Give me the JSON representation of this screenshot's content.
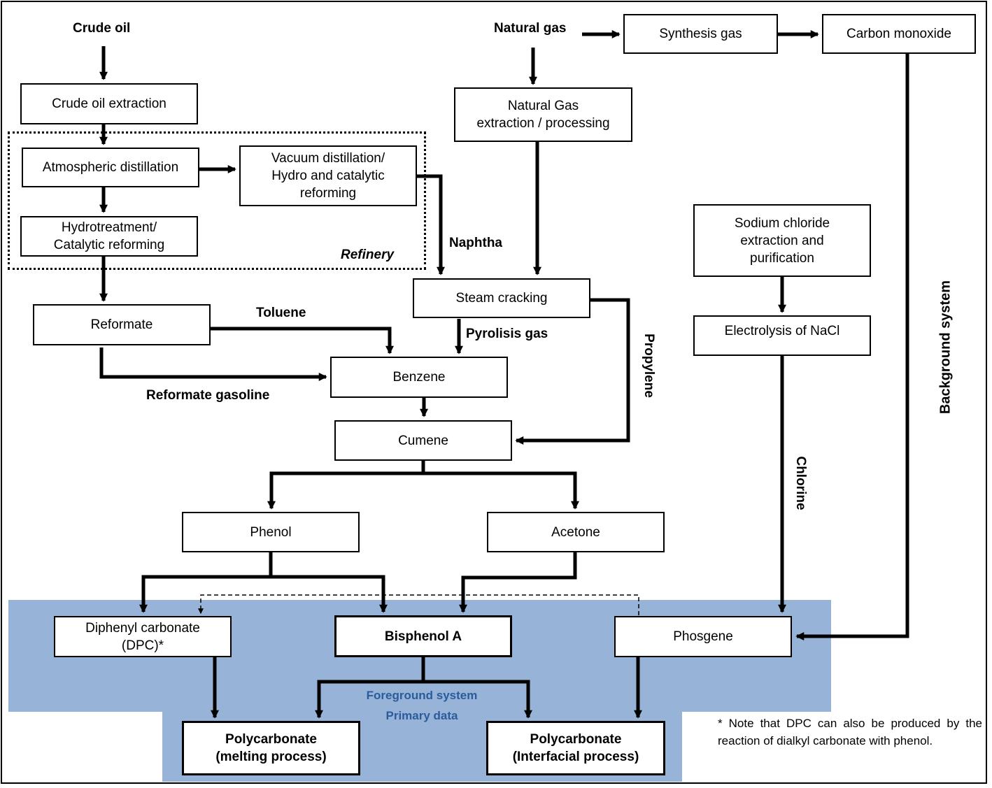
{
  "sources": {
    "crude_oil": "Crude oil",
    "natural_gas": "Natural gas"
  },
  "boxes": {
    "crude_oil_extraction": "Crude oil extraction",
    "atmospheric_distillation": "Atmospheric distillation",
    "vacuum_distillation": "Vacuum distillation/\nHydro and catalytic\nreforming",
    "hydrotreatment": "Hydrotreatment/\nCatalytic  reforming",
    "reformate": "Reformate",
    "synthesis_gas": "Synthesis gas",
    "carbon_monoxide": "Carbon monoxide",
    "natural_gas_extraction": "Natural Gas\nextraction / processing",
    "steam_cracking": "Steam cracking",
    "sodium_chloride": "Sodium chloride\nextraction and\npurification",
    "electrolysis": "Electrolysis of NaCl",
    "benzene": "Benzene",
    "cumene": "Cumene",
    "phenol": "Phenol",
    "acetone": "Acetone",
    "dpc": "Diphenyl carbonate\n(DPC)*",
    "bisphenol_a": "Bisphenol A",
    "phosgene": "Phosgene",
    "pc_melting": "Polycarbonate\n(melting process)",
    "pc_interfacial": "Polycarbonate\n(Interfacial process)"
  },
  "flow_labels": {
    "refinery": "Refinery",
    "naphtha": "Naphtha",
    "toluene": "Toluene",
    "pyrolisis_gas": "Pyrolisis gas",
    "reformate_gasoline": "Reformate gasoline",
    "propylene": "Propylene",
    "chlorine": "Chlorine",
    "background_system": "Background system"
  },
  "foreground": {
    "line1": "Foreground system",
    "line2": "Primary data",
    "color": "#97b4d8",
    "text_color": "#2a5b9b"
  },
  "note": "* Note that DPC can also be  produced by the reaction of dialkyl carbonate with phenol."
}
